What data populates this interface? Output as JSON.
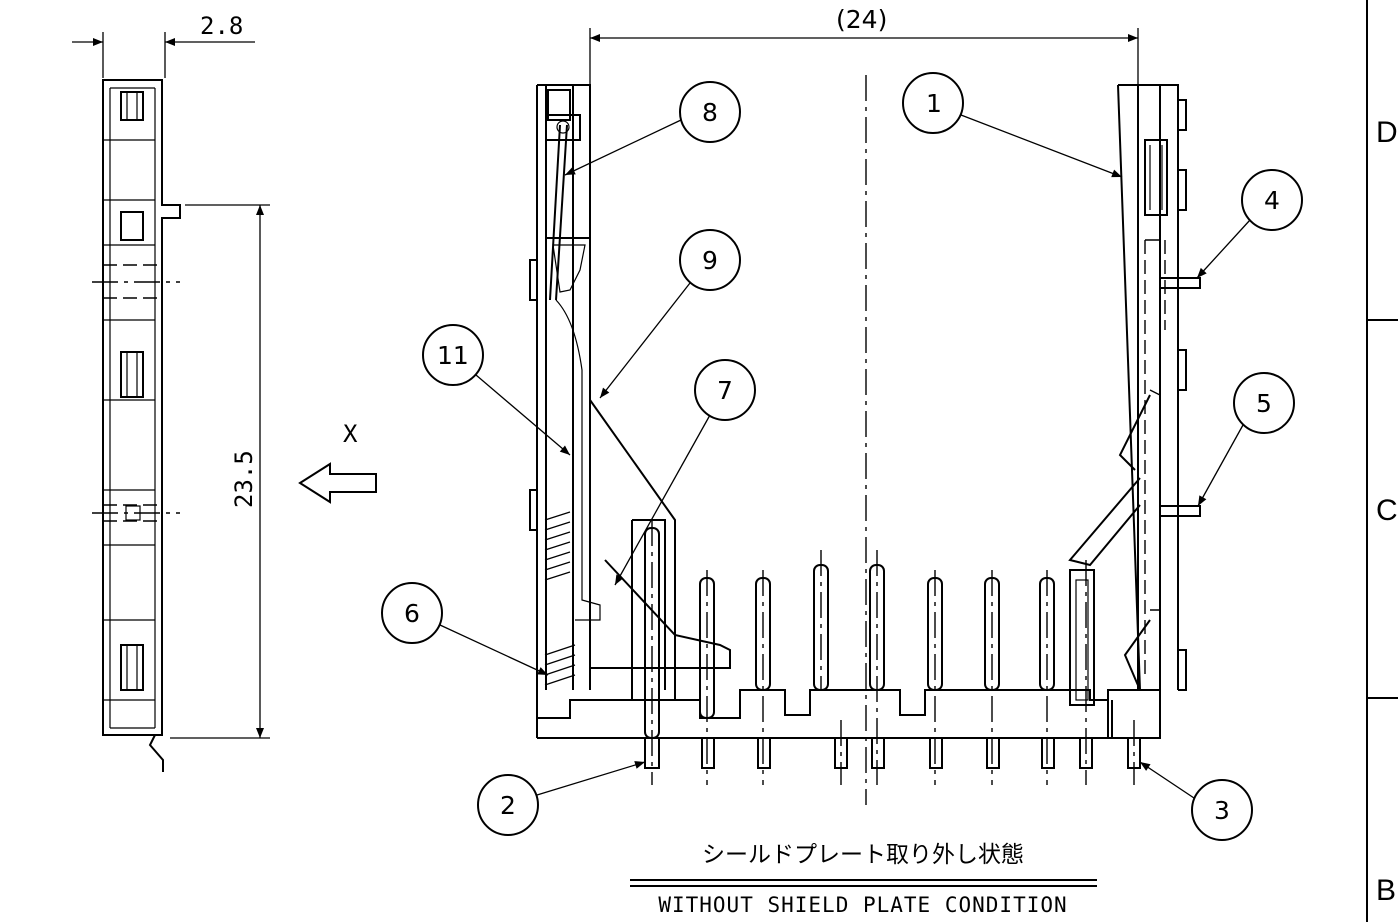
{
  "dimensions": {
    "side_width": "2.8",
    "side_height": "23.5",
    "overall_width": "(24)"
  },
  "view_arrow_label": "X",
  "callouts": [
    "1",
    "2",
    "3",
    "4",
    "5",
    "6",
    "7",
    "8",
    "9",
    "11"
  ],
  "zone_labels": [
    "D",
    "C",
    "B"
  ],
  "caption": {
    "japanese": "シールドプレート取り外し状態",
    "english": "WITHOUT SHIELD PLATE CONDITION"
  }
}
